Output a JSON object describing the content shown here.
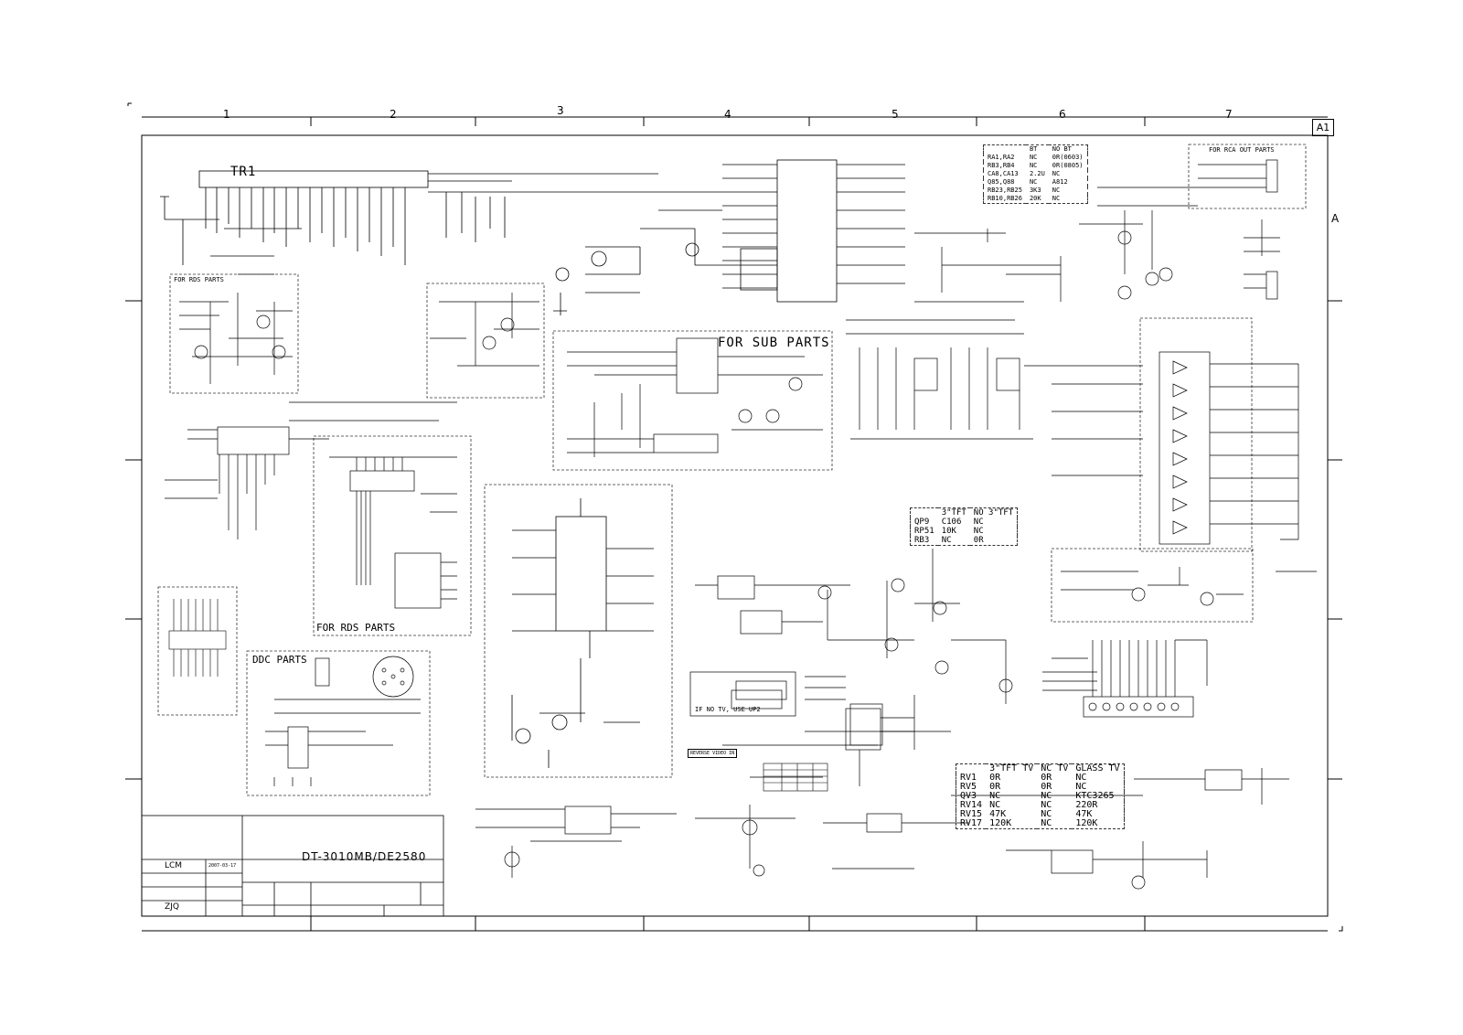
{
  "sheet": {
    "id": "A1",
    "col_labels": [
      "1",
      "2",
      "3",
      "4",
      "5",
      "6",
      "7"
    ],
    "row_labels": [
      "A"
    ]
  },
  "transformer": {
    "label": "TR1"
  },
  "boxes": {
    "rds_parts_top": "FOR RDS PARTS",
    "rds_parts_bottom": "FOR RDS PARTS",
    "sub_parts": "FOR SUB PARTS",
    "ddc_parts": "DDC PARTS",
    "rca_out_parts": "FOR RCA OUT PARTS",
    "no_tv_note": "IF NO TV, USE UP2",
    "reverse_video": "REVERSE VIDEO IN"
  },
  "tables": {
    "bt_table": {
      "headers": [
        "",
        "BT",
        "NO BT"
      ],
      "rows": [
        [
          "RA1,RA2",
          "NC",
          "0R(0603)"
        ],
        [
          "RB3,RB4",
          "NC",
          "0R(0805)"
        ],
        [
          "CA8,CA13",
          "2.2U",
          "NC"
        ],
        [
          "Q85,Q88",
          "NC",
          "A812"
        ],
        [
          "RB23,RB25",
          "3K3",
          "NC"
        ],
        [
          "RB10,RB26",
          "20K",
          "NC"
        ]
      ]
    },
    "tft_table": {
      "headers": [
        "",
        "3\"TFT",
        "NO 3\"TFT"
      ],
      "rows": [
        [
          "QP9",
          "C106",
          "NC"
        ],
        [
          "RP51",
          "10K",
          "NC"
        ],
        [
          "RB3",
          "NC",
          "0R"
        ]
      ]
    },
    "tv_table": {
      "headers": [
        "",
        "3\"TFT TV",
        "NC TV",
        "GLASS TV"
      ],
      "rows": [
        [
          "RV1",
          "0R",
          "0R",
          "NC"
        ],
        [
          "RV5",
          "0R",
          "0R",
          "NC"
        ],
        [
          "QV3",
          "NC",
          "NC",
          "KTC3265"
        ],
        [
          "RV14",
          "NC",
          "NC",
          "220R"
        ],
        [
          "RV15",
          "47K",
          "NC",
          "47K"
        ],
        [
          "RV17",
          "120K",
          "NC",
          "120K"
        ]
      ]
    }
  },
  "title_block": {
    "title": "DT-3010MB/DE2580",
    "drawn_by": "LCM",
    "date": "2007-03-17",
    "approved_by": "ZJQ"
  }
}
